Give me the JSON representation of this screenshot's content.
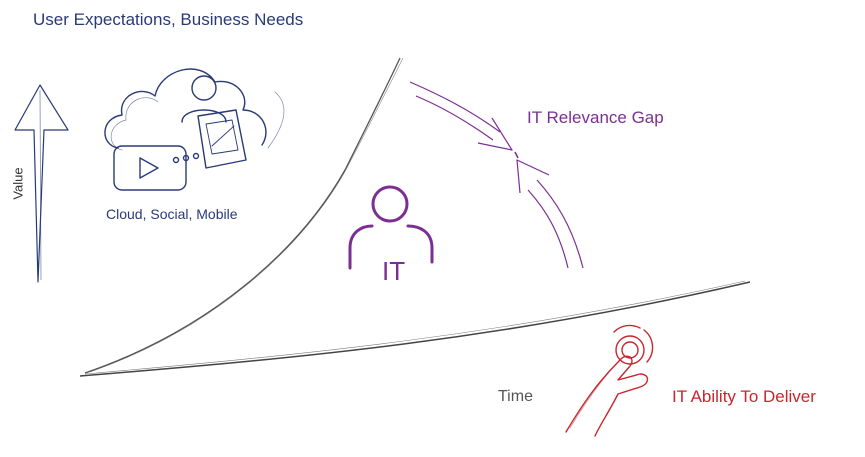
{
  "title": "User Expectations, Business Needs",
  "axis": {
    "y_label": "Value",
    "x_label": "Time"
  },
  "gap": {
    "label": "IT Relevance Gap"
  },
  "cloud": {
    "label": "Cloud, Social, Mobile",
    "icon": "cloud-social-mobile-icon"
  },
  "it": {
    "label": "IT",
    "icon": "person-icon"
  },
  "deliver": {
    "label": "IT Ability To Deliver",
    "icon": "hand-tap-icon"
  },
  "colors": {
    "navy": "#2a3a78",
    "purple": "#7b2f92",
    "red": "#c8262e",
    "gray": "#555555",
    "curve": "#444444"
  }
}
